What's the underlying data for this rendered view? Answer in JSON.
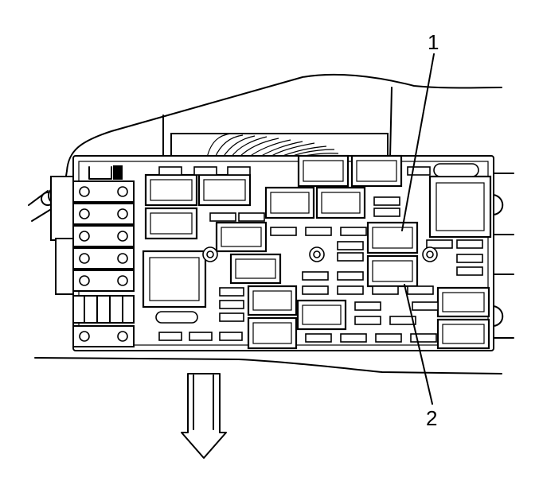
{
  "diagram": {
    "callouts": [
      {
        "id": "1",
        "label": "1"
      },
      {
        "id": "2",
        "label": "2"
      }
    ],
    "colors": {
      "line": "#000000",
      "background": "#ffffff"
    },
    "icons": [
      "down-arrow-icon"
    ]
  }
}
